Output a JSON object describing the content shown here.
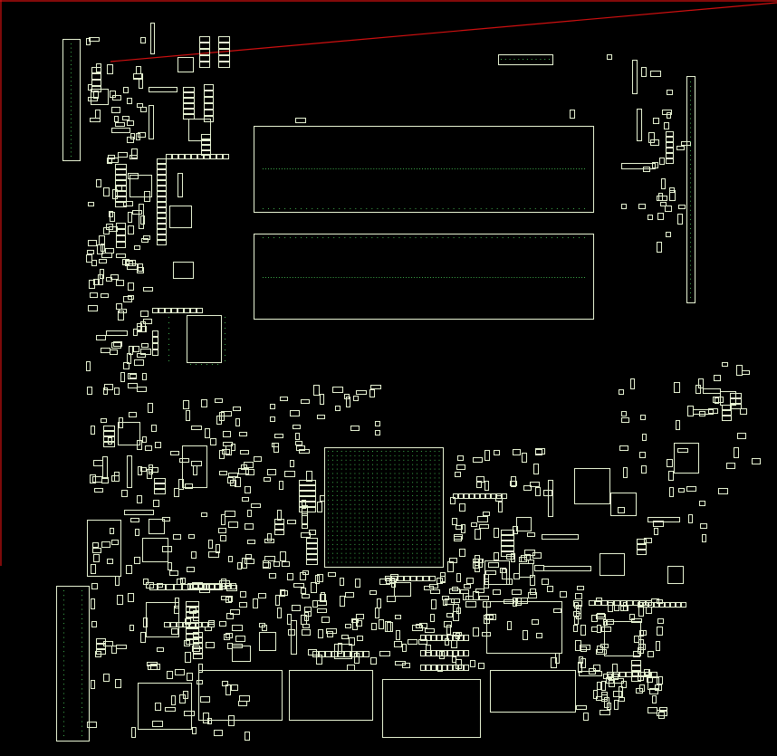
{
  "view": {
    "background": "#000000",
    "outline_color": "#e6f2d2",
    "pad_color": "#3fae4c",
    "board_edge_color": "#d01010"
  },
  "components": {
    "memory_slots": 2,
    "bga_chips": 1,
    "edge_connectors": 2
  }
}
